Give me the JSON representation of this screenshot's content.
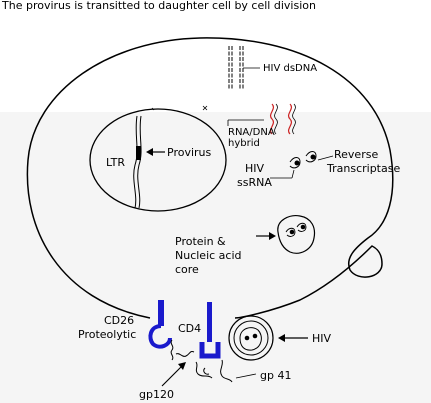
{
  "diagram": {
    "caption": "The provirus is transitted to daughter cell by cell division",
    "labels": {
      "hiv_dsdna": "HIV dsDNA",
      "rna_dna_hybrid_line1": "RNA/DNA",
      "rna_dna_hybrid_line2": "hybrid",
      "provirus": "Provirus",
      "ltr": "LTR",
      "reverse_transcriptase_line1": "Reverse",
      "reverse_transcriptase_line2": "Transcriptase",
      "hiv_ssrna_line1": "HIV",
      "hiv_ssrna_line2": "ssRNA",
      "core_line1": "Protein &",
      "core_line2": "Nucleic acid",
      "core_line3": "core",
      "cd26_line1": "CD26",
      "cd26_line2": "Proteolytic",
      "cd4": "CD4",
      "hiv_virion": "HIV",
      "gp41": "gp 41",
      "gp120": "gp120"
    },
    "colors": {
      "ink": "#000000",
      "background": "#ffffff",
      "band": "#f5f5f5",
      "receptor": "#1a1acc",
      "rna_strand": "#cc2222"
    }
  }
}
